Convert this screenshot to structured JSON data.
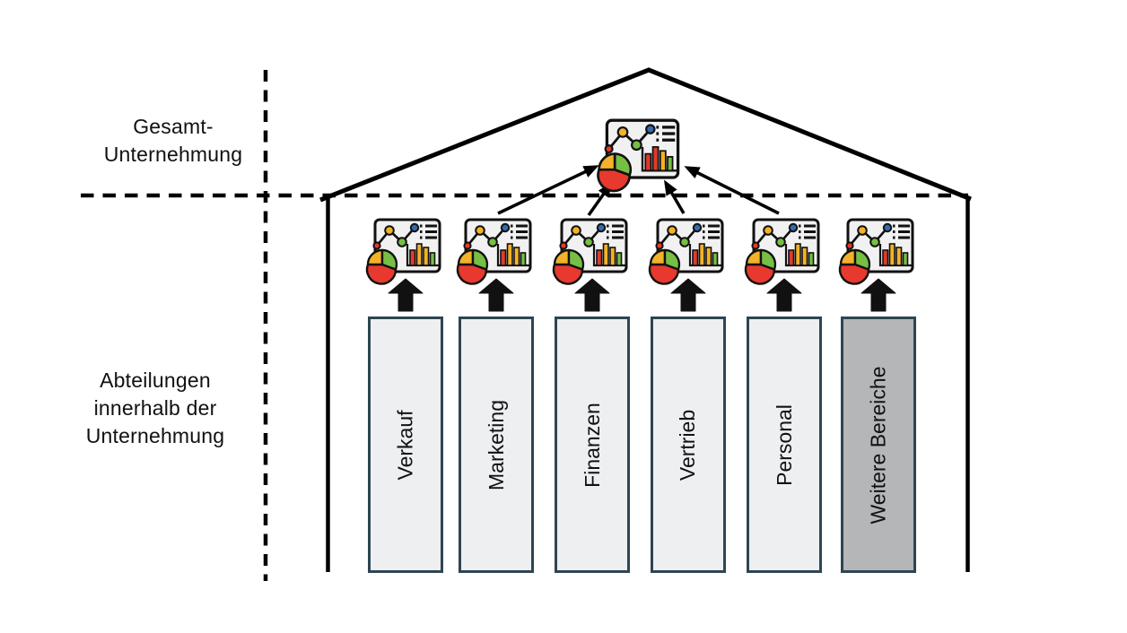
{
  "left_labels": {
    "top": {
      "line1": "Gesamt-",
      "line2": "Unternehmung"
    },
    "bottom": {
      "line1": "Abteilungen",
      "line2": "innerhalb der",
      "line3": "Unternehmung"
    }
  },
  "pillars": [
    {
      "label": "Verkauf",
      "emphasized": false
    },
    {
      "label": "Marketing",
      "emphasized": false
    },
    {
      "label": "Finanzen",
      "emphasized": false
    },
    {
      "label": "Vertrieb",
      "emphasized": false
    },
    {
      "label": "Personal",
      "emphasized": false
    },
    {
      "label": "Weitere Bereiche",
      "emphasized": true
    }
  ],
  "icons": {
    "central": "dashboard-report-icon",
    "departments": "dashboard-report-icon"
  },
  "colors": {
    "background": "#ffffff",
    "line": "#000000",
    "pillar_fill": "#edeff0",
    "pillar_fill_emphasized": "#b4b6b8",
    "pillar_border": "#2e4552",
    "icon_panel_fill": "#f1f1f1",
    "red": "#e03a2c",
    "yellow": "#f3b229",
    "green": "#76bf44",
    "blue": "#2f6cb3"
  }
}
